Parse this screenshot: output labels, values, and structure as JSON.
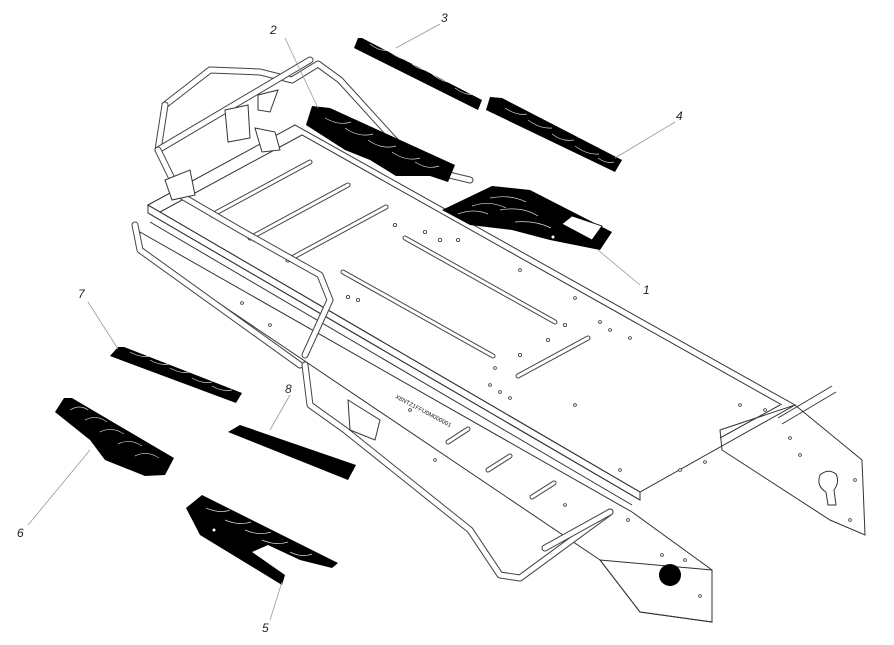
{
  "callouts": [
    {
      "label": "1"
    },
    {
      "label": "2"
    },
    {
      "label": "3"
    },
    {
      "label": "4"
    },
    {
      "label": "5"
    },
    {
      "label": "6"
    },
    {
      "label": "7"
    },
    {
      "label": "8"
    }
  ],
  "frame": {
    "serial_number": "X8NTZ1FFU0M000001"
  },
  "colors": {
    "pad": "#000000",
    "frame_line": "#333333",
    "leader": "#999999"
  }
}
